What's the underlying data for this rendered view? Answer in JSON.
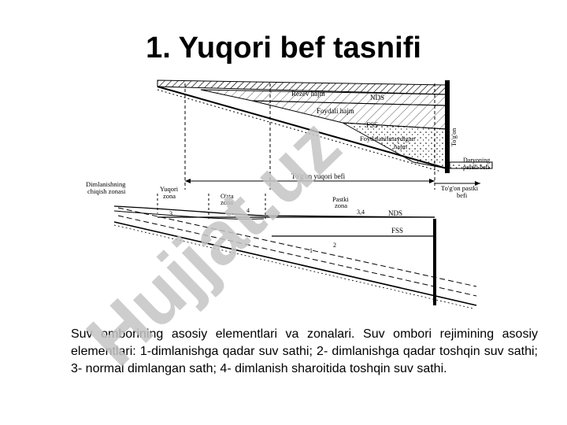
{
  "title": "1. Yuqori bef tasnifi",
  "diagram": {
    "upper": {
      "labels": {
        "reserve_volume": "Rezev hajm",
        "nds": "NDS",
        "useful_volume": "Foydali hajm",
        "fss": "FSS",
        "dead_volume_line1": "Foydalanilmaydigan",
        "dead_volume_line2": "hajm",
        "dam": "To'g'on",
        "river_lower_line1": "Daryoning",
        "river_lower_line2": "pastki befi"
      }
    },
    "lower": {
      "labels": {
        "backwater_exit_line1": "Dimlanishning",
        "backwater_exit_line2": "chiqish zonasi",
        "upper_zone_line1": "Yuqori",
        "upper_zone_line2": "zona",
        "middle_zone_line1": "O'rta",
        "middle_zone_line2": "zona",
        "lower_zone_line1": "Pastki",
        "lower_zone_line2": "zona",
        "dam_upper_pool": "To'g'on yuqori befi",
        "dam_lower_pool_line1": "To'g'on pastki",
        "dam_lower_pool_line2": "befi",
        "nds": "NDS",
        "fss": "FSS",
        "line_1": "1",
        "line_2": "2",
        "line_3": "3",
        "line_4": "4",
        "line_34": "3,4"
      }
    }
  },
  "caption": "Suv omborining asosiy elementlari va zonalari. Suv ombori rejimining asosiy elementlari: 1-dimlanishga qadar suv sathi; 2- dimlanishga qadar toshqin suv sathi; 3- normal dimlangan sath; 4- dimlanish sharoitida toshqin suv sathi.",
  "watermark": {
    "text": "Hujjat.uz",
    "color": "#c4c4c4"
  }
}
